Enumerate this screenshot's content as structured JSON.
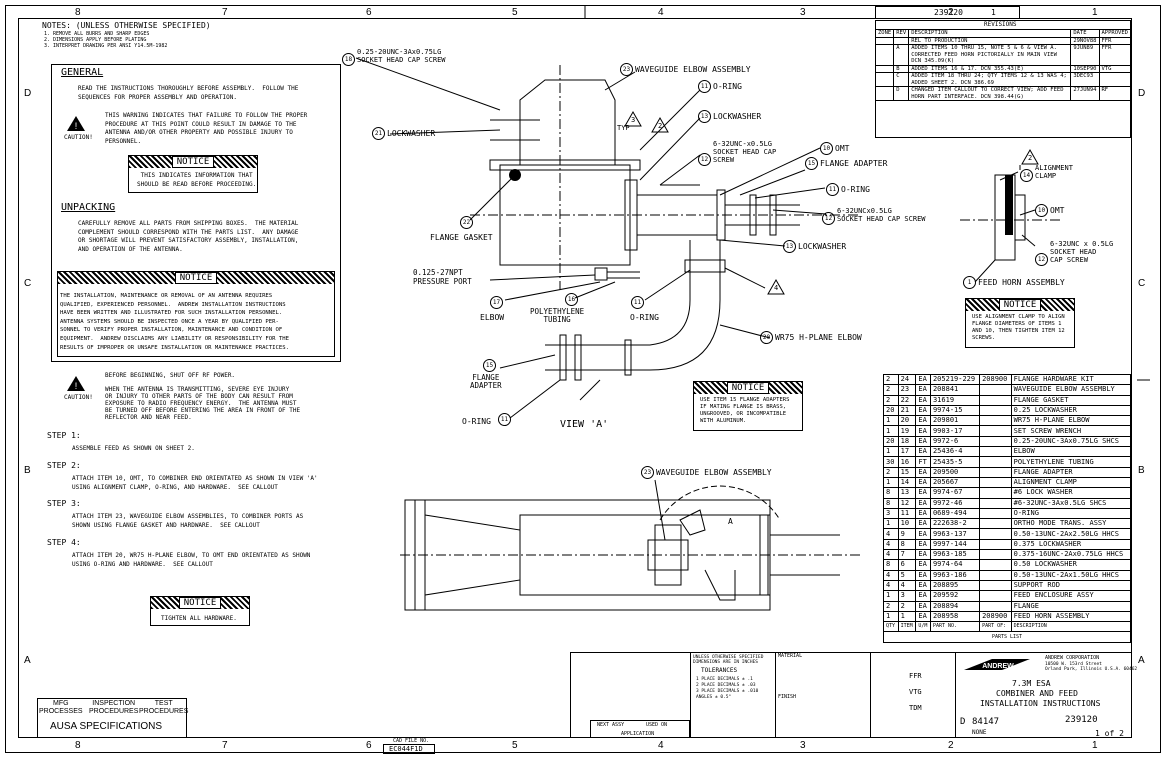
{
  "zones_top": [
    "8",
    "7",
    "6",
    "5",
    "4",
    "3",
    "2",
    "1"
  ],
  "zones_bottom": [
    "8",
    "7",
    "6",
    "5",
    "4",
    "3",
    "2",
    "1"
  ],
  "zones_side": [
    "D",
    "C",
    "B",
    "A"
  ],
  "header": {
    "drawing_no": "239120",
    "sheet_tab": "1",
    "revisions_title": "REVISIONS",
    "rev_cols": [
      "ZONE",
      "REV",
      "DESCRIPTION",
      "DATE",
      "APPROVED"
    ],
    "rev_rows": [
      {
        "zone": "",
        "rev": "",
        "desc": "REL TO PRODUCTION",
        "date": "29NOV88",
        "appr": "FFR"
      },
      {
        "zone": "",
        "rev": "A",
        "desc": "ADDED ITEMS 10 THRU 15, NOTE 5 & 6 & VIEW A. CORRECTED FEED HORN PICTORIALLY IN MAIN VIEW DCN 345.09(K)",
        "date": "9JUN89",
        "appr": "FFR"
      },
      {
        "zone": "",
        "rev": "B",
        "desc": "ADDED ITEMS 16 & 17. DCN 355.43(E)",
        "date": "10SEP90",
        "appr": "VTG"
      },
      {
        "zone": "",
        "rev": "C",
        "desc": "ADDED ITEM 18 THRU 24; QTY ITEMS 12 & 13 WAS 4; ADDED SHEET 2. DCN 386.69",
        "date": "3DEC93",
        "appr": ""
      },
      {
        "zone": "",
        "rev": "D",
        "desc": "CHANGED ITEM CALLOUT TO CORRECT VIEW; ADD FEED HORN PART INTERFACE. DCN 398.44(G)",
        "date": "27JUN94",
        "appr": "RF"
      }
    ]
  },
  "notes": {
    "title": "NOTES: (UNLESS OTHERWISE SPECIFIED)",
    "lines": [
      "1. REMOVE ALL BURRS AND SHARP EDGES",
      "2. DIMENSIONS APPLY BEFORE PLATING",
      "3. INTERPRET DRAWING PER ANSI Y14.5M-1982"
    ]
  },
  "general": {
    "title": "GENERAL",
    "text": "READ THE INSTRUCTIONS THOROUGHLY BEFORE ASSEMBLY.  FOLLOW THE\nSEQUENCES FOR PROPER ASSEMBLY AND OPERATION.",
    "caution_label": "CAUTION!",
    "caution_text": "THIS WARNING INDICATES THAT FAILURE TO FOLLOW THE PROPER\nPROCEDURE AT THIS POINT COULD RESULT IN DAMAGE TO THE\nANTENNA AND/OR OTHER PROPERTY AND POSSIBLE INJURY TO\nPERSONNEL.",
    "notice_label": "NOTICE",
    "notice_text": "THIS INDICATES INFORMATION THAT\nSHOULD BE READ BEFORE PROCEEDING."
  },
  "unpacking": {
    "title": "UNPACKING",
    "text": "CAREFULLY REMOVE ALL PARTS FROM SHIPPING BOXES.  THE MATERIAL\nCOMPLEMENT SHOULD CORRESPOND WITH THE PARTS LIST.  ANY DAMAGE\nOR SHORTAGE WILL PREVENT SATISFACTORY ASSEMBLY, INSTALLATION,\nAND OPERATION OF THE ANTENNA."
  },
  "notice_install": {
    "label": "NOTICE",
    "text": "THE INSTALLATION, MAINTENANCE OR REMOVAL OF AN ANTENNA REQUIRES\nQUALIFIED, EXPERIENCED PERSONNEL.  ANDREW INSTALLATION INSTRUCTIONS\nHAVE BEEN WRITTEN AND ILLUSTRATED FOR SUCH INSTALLATION PERSONNEL.\nANTENNA SYSTEMS SHOULD BE INSPECTED ONCE A YEAR BY QUALIFIED PER-\nSONNEL TO VERIFY PROPER INSTALLATION, MAINTENANCE AND CONDITION OF\nEQUIPMENT.  ANDREW DISCLAIMS ANY LIABILITY OR RESPONSIBILITY FOR THE\nRESULTS OF IMPROPER OR UNSAFE INSTALLATION OR MAINTENANCE PRACTICES."
  },
  "caution2": {
    "label": "CAUTION!",
    "text": "BEFORE BEGINNING, SHUT OFF RF POWER.\n\nWHEN THE ANTENNA IS TRANSMITTING, SEVERE EYE INJURY\nOR INJURY TO OTHER PARTS OF THE BODY CAN RESULT FROM\nEXPOSURE TO RADIO FREQUENCY ENERGY.  THE ANTENNA MUST\nBE TURNED OFF BEFORE ENTERING THE AREA IN FRONT OF THE\nREFLECTOR AND NEAR FEED."
  },
  "steps": [
    {
      "label": "STEP 1:",
      "text": "ASSEMBLE FEED AS SHOWN ON SHEET 2."
    },
    {
      "label": "STEP 2:",
      "text": "ATTACH ITEM 10, OMT, TO COMBINER END ORIENTATED AS SHOWN IN VIEW 'A'\nUSING ALIGNMENT CLAMP, O-RING, AND HARDWARE.  SEE CALLOUT"
    },
    {
      "label": "STEP 3:",
      "text": "ATTACH ITEM 23, WAVEGUIDE ELBOW ASSEMBLIES, TO COMBINER PORTS AS\nSHOWN USING FLANGE GASKET AND HARDWARE.  SEE CALLOUT"
    },
    {
      "label": "STEP 4:",
      "text": "ATTACH ITEM 20, WR75 H-PLANE ELBOW, TO OMT END ORIENTATED AS SHOWN\nUSING O-RING AND HARDWARE.  SEE CALLOUT"
    }
  ],
  "notice_tighten": {
    "label": "NOTICE",
    "text": "TIGHTEN ALL HARDWARE."
  },
  "notice_item15": {
    "label": "NOTICE",
    "text": "USE ITEM 15 FLANGE ADAPTERS\nIF MATING FLANGE IS BRASS,\nUNGROOVED, OR INCOMPATIBLE\nWITH ALUMINUM."
  },
  "notice_clamp": {
    "label": "NOTICE",
    "text": "USE ALIGNMENT CLAMP TO ALIGN\nFLANGE DIAMETERS OF ITEMS 1\nAND 10, THEN TIGHTEN ITEM 12\nSCREWS."
  },
  "callouts": {
    "c18": {
      "num": "18",
      "text": "0.25-20UNC-3Ax0.75LG\nSOCKET HEAD CAP SCREW"
    },
    "c23a": {
      "num": "23",
      "text": "WAVEGUIDE ELBOW ASSEMBLY"
    },
    "c11a": {
      "num": "11",
      "text": "O-RING"
    },
    "c13a": {
      "num": "13",
      "text": "LOCKWASHER"
    },
    "c21": {
      "num": "21",
      "text": "LOCKWASHER"
    },
    "c12a": {
      "num": "12",
      "text": "6-32UNC-x0.5LG\nSOCKET HEAD CAP\nSCREW"
    },
    "c10a": {
      "num": "10",
      "text": "OMT"
    },
    "c15a": {
      "num": "15",
      "text": "FLANGE ADAPTER"
    },
    "c11b": {
      "num": "11",
      "text": "O-RING"
    },
    "c12b": {
      "num": "12",
      "text": "6-32UNCx0.5LG\nSOCKET HEAD CAP SCREW"
    },
    "c13b": {
      "num": "13",
      "text": "LOCKWASHER"
    },
    "c22": {
      "num": "22",
      "text": "FLANGE GASKET"
    },
    "pressure": {
      "num": "",
      "text": "0.125-27NPT\nPRESSURE PORT"
    },
    "c17": {
      "num": "17",
      "text": "ELBOW"
    },
    "c16": {
      "num": "16",
      "text": "POLYETHYLENE\nTUBING"
    },
    "c11c": {
      "num": "11",
      "text": "O-RING"
    },
    "c20": {
      "num": "20",
      "text": "WR75 H-PLANE ELBOW"
    },
    "c15b": {
      "num": "15",
      "text": "FLANGE\nADAPTER"
    },
    "c11d": {
      "num": "11",
      "text": "O-RING"
    },
    "c23b": {
      "num": "23",
      "text": "WAVEGUIDE ELBOW ASSEMBLY"
    },
    "c14": {
      "num": "14",
      "text": "ALIGNMENT\nCLAMP"
    },
    "c10b": {
      "num": "10",
      "text": "OMT"
    },
    "c12c": {
      "num": "12",
      "text": "6-32UNC x 0.5LG\nSOCKET HEAD\nCAP SCREW"
    },
    "c1": {
      "num": "1",
      "text": "FEED HORN ASSEMBLY"
    },
    "typ": "TYP",
    "view_a": "VIEW 'A'",
    "a_mark": "A",
    "tri2": "2",
    "tri3": "3",
    "tri4": "4"
  },
  "parts": {
    "rows": [
      [
        "2",
        "24",
        "EA",
        "205219-229",
        "208900",
        "FLANGE HARDWARE KIT"
      ],
      [
        "2",
        "23",
        "EA",
        "208841",
        "",
        "WAVEGUIDE ELBOW ASSEMBLY"
      ],
      [
        "2",
        "22",
        "EA",
        "31619",
        "",
        "FLANGE GASKET"
      ],
      [
        "20",
        "21",
        "EA",
        "9974-15",
        "",
        "0.25 LOCKWASHER"
      ],
      [
        "1",
        "20",
        "EA",
        "209801",
        "",
        "WR75 H-PLANE ELBOW"
      ],
      [
        "1",
        "19",
        "EA",
        "9903-17",
        "",
        "SET SCREW WRENCH"
      ],
      [
        "20",
        "18",
        "EA",
        "9972-6",
        "",
        "0.25-20UNC-3Ax0.75LG SHCS"
      ],
      [
        "1",
        "17",
        "EA",
        "25436-4",
        "",
        "ELBOW"
      ],
      [
        "30",
        "16",
        "FT",
        "25435-5",
        "",
        "POLYETHYLENE TUBING"
      ],
      [
        "2",
        "15",
        "EA",
        "209500",
        "",
        "FLANGE ADAPTER"
      ],
      [
        "1",
        "14",
        "EA",
        "205667",
        "",
        "ALIGNMENT CLAMP"
      ],
      [
        "8",
        "13",
        "EA",
        "9974-67",
        "",
        "#6 LOCK WASHER"
      ],
      [
        "8",
        "12",
        "EA",
        "9972-46",
        "",
        "#6-32UNC-3Ax0.5LG SHCS"
      ],
      [
        "3",
        "11",
        "EA",
        "0689-494",
        "",
        "O-RING"
      ],
      [
        "1",
        "10",
        "EA",
        "222638-2",
        "",
        "ORTHO MODE TRANS. ASSY"
      ],
      [
        "4",
        "9",
        "EA",
        "9963-137",
        "",
        "0.50-13UNC-2Ax2.50LG HHCS"
      ],
      [
        "4",
        "8",
        "EA",
        "9997-144",
        "",
        "0.375 LOCKWASHER"
      ],
      [
        "4",
        "7",
        "EA",
        "9963-185",
        "",
        "0.375-16UNC-2Ax0.75LG HHCS"
      ],
      [
        "8",
        "6",
        "EA",
        "9974-64",
        "",
        "0.50 LOCKWASHER"
      ],
      [
        "4",
        "5",
        "EA",
        "9963-186",
        "",
        "0.50-13UNC-2Ax1.50LG HHCS"
      ],
      [
        "4",
        "4",
        "EA",
        "208895",
        "",
        "SUPPORT ROD"
      ],
      [
        "1",
        "3",
        "EA",
        "209592",
        "",
        "FEED ENCLOSURE ASSY"
      ],
      [
        "2",
        "2",
        "EA",
        "208894",
        "",
        "FLANGE"
      ],
      [
        "1",
        "1",
        "EA",
        "208958",
        "208900",
        "FEED HORN ASSEMBLY"
      ]
    ],
    "footer": [
      "QTY",
      "ITEM",
      "U/M",
      "PART NO.",
      "PART OF:",
      "DESCRIPTION"
    ],
    "title": "PARTS LIST"
  },
  "titleblock": {
    "company": "ANDREW CORPORATION",
    "address": "10500 W. 153rd Street\nOrland Park, Illinois U.S.A. 60462",
    "logo": "ANDREW",
    "title1": "7.3M ESA",
    "title2": "COMBINER AND FEED",
    "title3": "INSTALLATION INSTRUCTIONS",
    "size": "D",
    "cage": "84147",
    "dwg_no": "239120",
    "scale": "NONE",
    "sheet": "1 of 2",
    "drawn": "FFR",
    "checked": "VTG",
    "approved": "TDM",
    "tol_title": "TOLERANCES",
    "tol_lines": [
      "1 PLACE DECIMALS ± .1",
      "2 PLACE DECIMALS ± .03",
      "3 PLACE DECIMALS ± .010",
      "ANGLES ± 0.5°"
    ],
    "unless": "UNLESS OTHERWISE SPECIFIED\nDIMENSIONS ARE IN INCHES",
    "material": "MATERIAL",
    "finish": "FINISH",
    "next_assy": "NEXT ASSY",
    "used_on": "USED ON",
    "application": "APPLICATION",
    "cad": "CAD FILE NO.",
    "cad_no": "EC044F1D"
  },
  "specs": {
    "cols": [
      "MFG\nPROCESSES",
      "INSPECTION\nPROCEDURES",
      "TEST\nPROCEDURES"
    ],
    "label": "AUSA SPECIFICATIONS"
  }
}
